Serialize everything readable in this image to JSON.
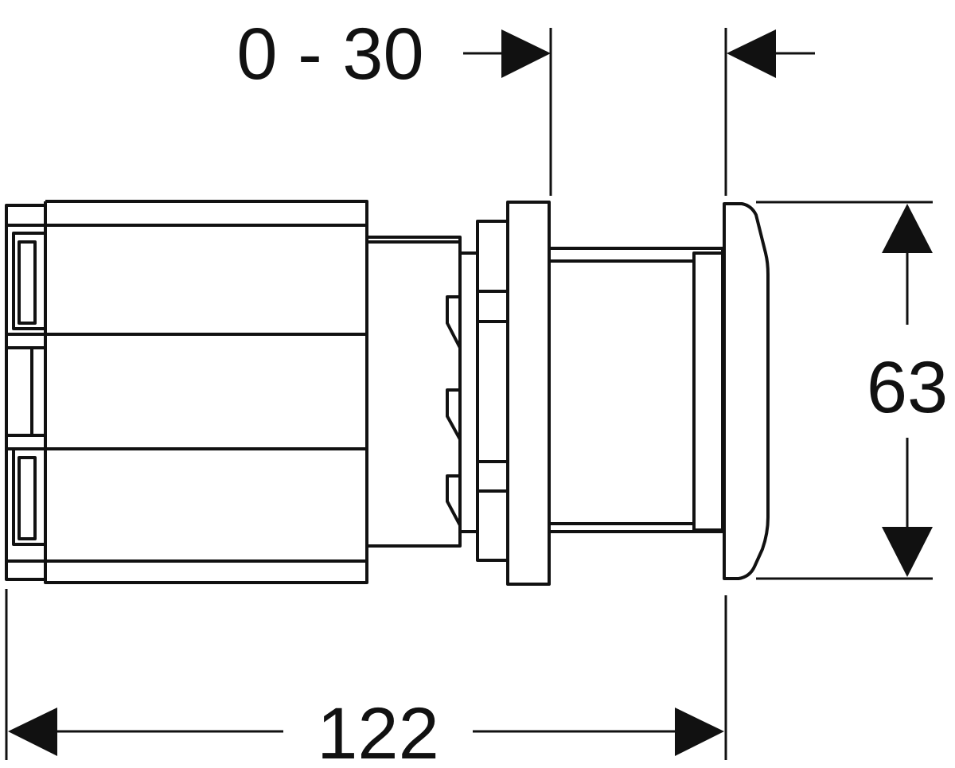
{
  "drawing": {
    "stroke_color": "#111111",
    "background": "#ffffff"
  },
  "dimensions": {
    "adjustment_range": "0 - 30",
    "height": "63",
    "total_length": "122"
  }
}
